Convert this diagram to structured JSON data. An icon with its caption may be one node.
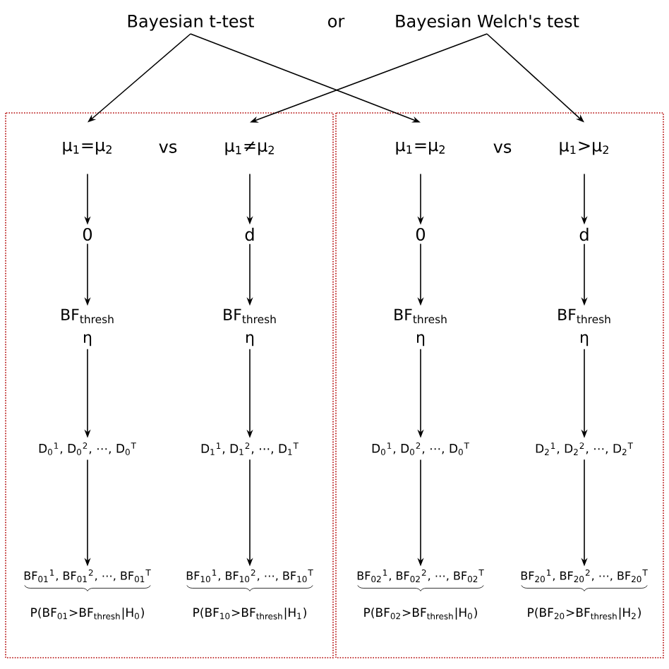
{
  "diagram": {
    "nodes": [
      {
        "text": [
          "Bayesian t-test"
        ]
      },
      {
        "text": [
          "Bayesian Welch's test"
        ]
      },
      {
        "text": [
          "μ$_{1}$=μ$_{2}$"
        ]
      },
      {
        "text": [
          "μ$_{1}$≠μ$_{2}$"
        ]
      },
      {
        "text": [
          "μ$_{1}$=μ$_{2}$"
        ]
      },
      {
        "text": [
          "μ$_{1}$>μ$_{2}$"
        ]
      },
      {
        "text": [
          "0"
        ]
      },
      {
        "text": [
          "d"
        ]
      },
      {
        "text": [
          "0"
        ]
      },
      {
        "text": [
          "d"
        ]
      },
      {
        "text": [
          "BF$_{thresh}$",
          "η"
        ]
      },
      {
        "text": [
          "BF$_{thresh}$",
          "η"
        ]
      },
      {
        "text": [
          "BF$_{thresh}$",
          "η"
        ]
      },
      {
        "text": [
          "BF$_{thresh}$",
          "η"
        ]
      },
      {
        "text": [
          "D$_{0}$$^{1}$, D$_{0}$$^{2}$, ⋯, D$_{0}$$^{T}$"
        ]
      },
      {
        "text": [
          "D$_{1}$$^{1}$, D$_{1}$$^{2}$, ⋯, D$_{1}$$^{T}$"
        ]
      },
      {
        "text": [
          "D$_{0}$$^{1}$, D$_{0}$$^{2}$, ⋯, D$_{0}$$^{T}$"
        ]
      },
      {
        "text": [
          "D$_{2}$$^{1}$, D$_{2}$$^{2}$, ⋯, D$_{2}$$^{T}$"
        ]
      },
      {
        "text": [
          "BF$_{01}$$^{1}$, BF$_{01}$$^{2}$, ⋯, BF$_{01}$$^{T}$"
        ],
        "beside": [
          "P(BF$_{01}$>BF$_{thresh}$|H$_{0}$)"
        ]
      },
      {
        "text": [
          "BF$_{10}$$^{1}$, BF$_{10}$$^{2}$, ⋯, BF$_{10}$$^{T}$"
        ],
        "beside": [
          "P(BF$_{10}$>BF$_{thresh}$|H$_{1}$)"
        ]
      },
      {
        "text": [
          "BF$_{02}$$^{1}$, BF$_{02}$$^{2}$, ⋯, BF$_{02}$$^{T}$"
        ],
        "beside": [
          "P(BF$_{02}$>BF$_{thresh}$|H$_{0}$)"
        ]
      },
      {
        "text": [
          "BF$_{20}$$^{1}$, BF$_{20}$$^{2}$, ⋯, BF$_{20}$$^{T}$"
        ],
        "beside": [
          "P(BF$_{20}$>BF$_{thresh}$|H$_{2}$)"
        ]
      }
    ],
    "edges": [
      {
        "from": 0,
        "to": 2,
        "arrow": "to"
      },
      {
        "from": 0,
        "to": 4,
        "arrow": "to"
      },
      {
        "from": 1,
        "to": 3,
        "arrow": "to"
      },
      {
        "from": 1,
        "to": 5,
        "arrow": "to"
      },
      {
        "from": 2,
        "to": 6,
        "arrow": "to"
      },
      {
        "from": 3,
        "to": 7,
        "arrow": "to"
      },
      {
        "from": 4,
        "to": 8,
        "arrow": "to"
      },
      {
        "from": 5,
        "to": 9,
        "arrow": "to"
      },
      {
        "from": 6,
        "to": 10,
        "arrow": "to"
      },
      {
        "from": 7,
        "to": 11,
        "arrow": "to"
      },
      {
        "from": 8,
        "to": 12,
        "arrow": "to"
      },
      {
        "from": 9,
        "to": 13,
        "arrow": "to"
      },
      {
        "from": 10,
        "to": 14,
        "arrow": "to"
      },
      {
        "from": 11,
        "to": 15,
        "arrow": "to"
      },
      {
        "from": 12,
        "to": 16,
        "arrow": "to"
      },
      {
        "from": 13,
        "to": 17,
        "arrow": "to"
      },
      {
        "from": 14,
        "to": 18,
        "arrow": "to"
      },
      {
        "from": 15,
        "to": 19,
        "arrow": "to"
      },
      {
        "from": 16,
        "to": 20,
        "arrow": "to"
      },
      {
        "from": 17,
        "to": 21,
        "arrow": "to"
      }
    ],
    "labels": [
      "or",
      "vs",
      "vs"
    ]
  }
}
